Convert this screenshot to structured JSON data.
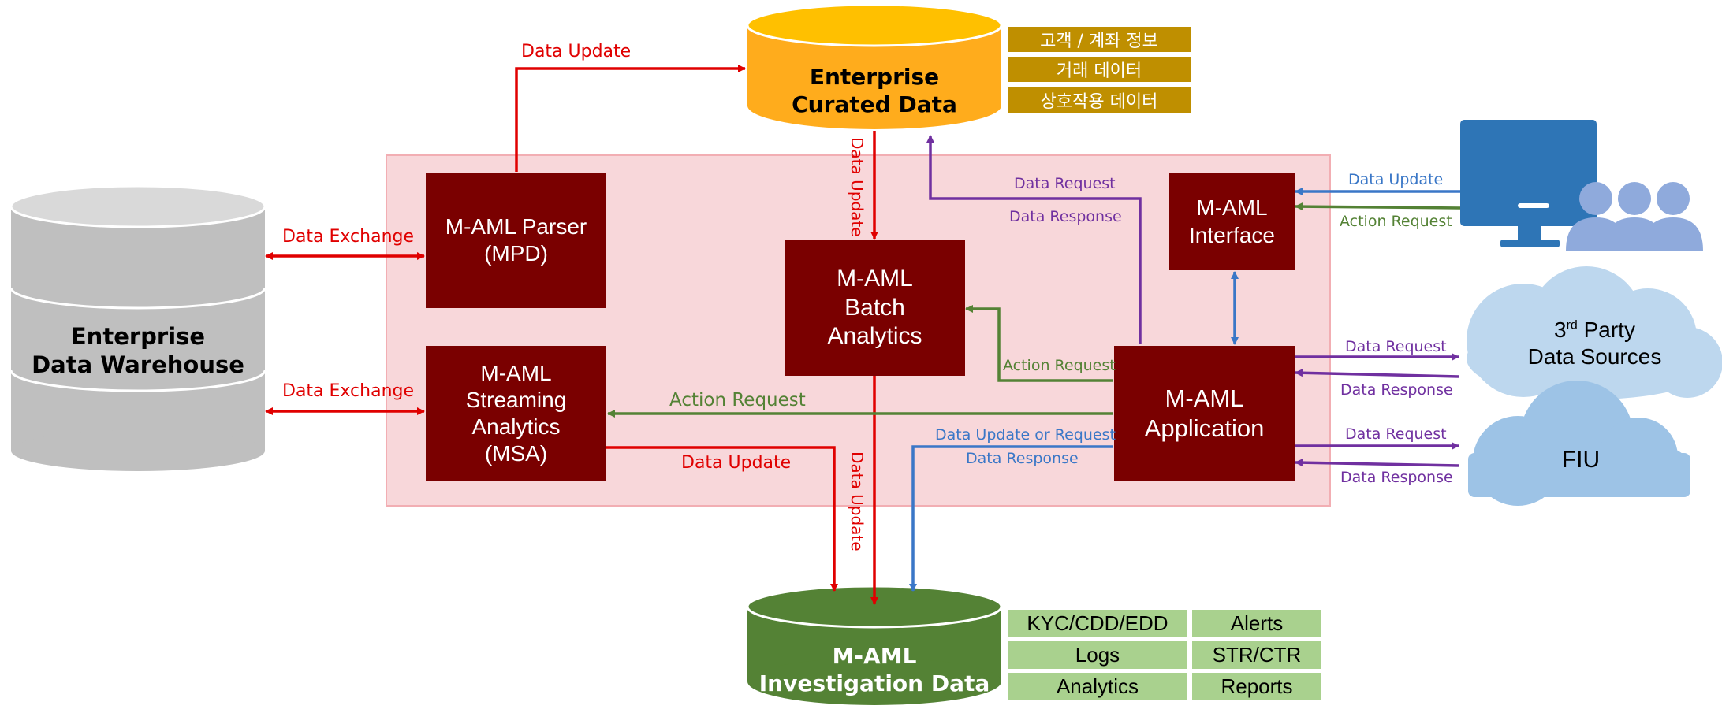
{
  "nodes": {
    "edw": {
      "line1": "Enterprise",
      "line2": "Data Warehouse"
    },
    "curated": {
      "line1": "Enterprise",
      "line2": "Curated Data"
    },
    "investigation": {
      "line1": "M-AML",
      "line2": "Investigation Data"
    },
    "parser": {
      "line1": "M-AML Parser",
      "line2": "(MPD)"
    },
    "streaming": {
      "line1": "M-AML",
      "line2": "Streaming",
      "line3": "Analytics",
      "line4": "(MSA)"
    },
    "batch": {
      "line1": "M-AML",
      "line2": "Batch",
      "line3": "Analytics"
    },
    "interface": {
      "line1": "M-AML",
      "line2": "Interface"
    },
    "application": {
      "line1": "M-AML",
      "line2": "Application"
    },
    "third_party": {
      "sup_prefix": "3",
      "sup": "rd",
      "line1_rest": " Party",
      "line2": "Data Sources"
    },
    "fiu": {
      "label": "FIU"
    }
  },
  "curated_tags": [
    "고객 / 계좌 정보",
    "거래 데이터",
    "상호작용 데이터"
  ],
  "investigation_tags": [
    "KYC/CDD/EDD",
    "Alerts",
    "Logs",
    "STR/CTR",
    "Analytics",
    "Reports"
  ],
  "edges": {
    "parser_to_curated": "Data Update",
    "edw_parser": "Data Exchange",
    "edw_streaming": "Data Exchange",
    "curated_to_batch": "Data Update",
    "app_curated_request": "Data Request",
    "app_curated_response": "Data Response",
    "user_update": "Data Update",
    "user_action": "Action Request",
    "app_to_batch": "Action Request",
    "app_to_streaming": "Action Request",
    "streaming_to_investigation": "Data Update",
    "batch_to_investigation": "Data Update",
    "investigation_update_request": "Data Update or Request",
    "investigation_response": "Data Response",
    "third_party_request": "Data Request",
    "third_party_response": "Data Response",
    "fiu_request": "Data Request",
    "fiu_response": "Data Response"
  },
  "icons": {
    "user": "desktop-monitor-with-users-icon"
  },
  "colors": {
    "module_box": "#7a0000",
    "platform_band": "#f8d7da",
    "edw_cylinder": "#bfbfbf",
    "curated_cylinder": "#ffac1c",
    "investigation_cylinder": "#548235",
    "curated_tag": "#bf8f00",
    "investigation_tag": "#a9d18e",
    "red_flow": "#e00000",
    "purple_flow": "#7030a0",
    "blue_flow": "#3a77c7",
    "green_flow": "#548235",
    "cloud": "#bdd7ee",
    "fiu_cloud": "#9dc3e6"
  }
}
